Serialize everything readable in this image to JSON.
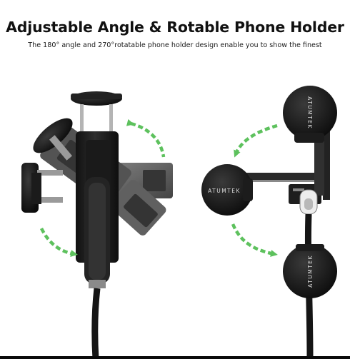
{
  "banner": {
    "title": "Adjustable Angle & Rotable Phone Holder",
    "subtitle": "The 180° angle and 270°rotatable phone holder design enable you to show the finest"
  },
  "brand": {
    "logo_text": "ATUMTEK"
  },
  "colors": {
    "arrow_green": "#5dc15d",
    "body_dark": "#1c1c1c",
    "accent_grey": "#6b6b6b"
  },
  "icons": {
    "rotation_arrows": "curved-arrow-icon"
  }
}
